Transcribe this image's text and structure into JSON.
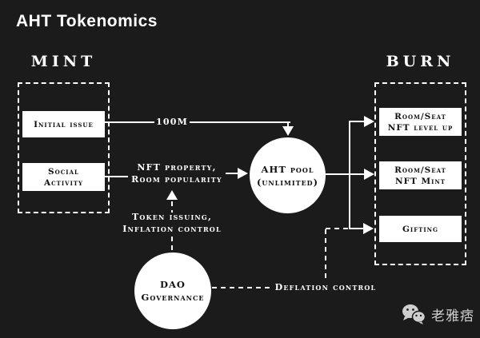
{
  "title": "AHT Tokenomics",
  "mint": {
    "heading": "MINT",
    "boxes": [
      {
        "line1": "Initial issue",
        "line2": ""
      },
      {
        "line1": "Social",
        "line2": "Activity"
      }
    ]
  },
  "burn": {
    "heading": "BURN",
    "boxes": [
      {
        "line1": "Room/Seat",
        "line2": "NFT level up"
      },
      {
        "line1": "Room/Seat",
        "line2": "NFT Mint"
      },
      {
        "line1": "Gifting",
        "line2": ""
      }
    ]
  },
  "nodes": {
    "aht_pool": {
      "line1": "AHT pool",
      "line2": "(unlimited)"
    },
    "dao": {
      "line1": "DAO",
      "line2": "Governance"
    }
  },
  "edge_labels": {
    "initial_supply": "100M",
    "mint_drivers_line1": "NFT property,",
    "mint_drivers_line2": "Room popularity",
    "dao_mint_line1": "Token issuing,",
    "dao_mint_line2": "Inflation control",
    "dao_burn": "Deflation control"
  },
  "watermark": {
    "icon": "wechat-icon",
    "account_name": "老雅痞"
  },
  "colors": {
    "background": "#1b1b1b",
    "line": "#ffffff",
    "node_fill": "#ffffff",
    "node_text": "#101010",
    "watermark_text": "#cfcfcf"
  }
}
